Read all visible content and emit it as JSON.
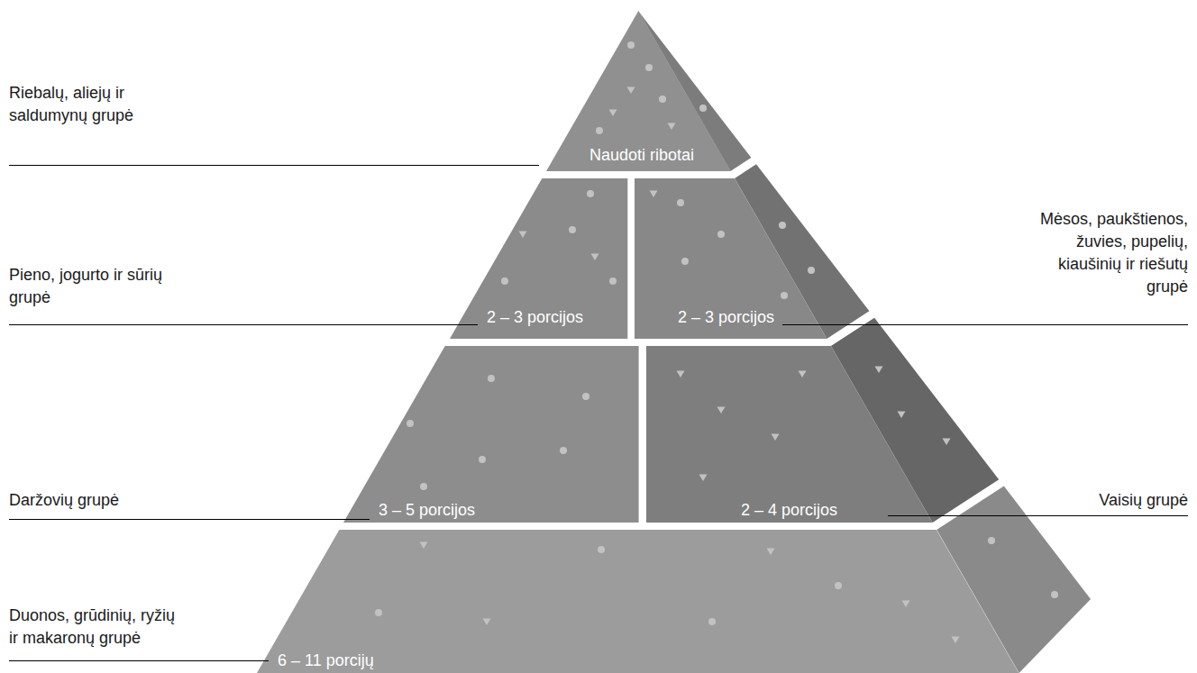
{
  "diagram": {
    "nodes": [
      {
        "text": [
          "Riebalų, aliejų ir saldumynų grupė",
          "Naudoti ribotai"
        ]
      },
      {
        "text": [
          "Pieno, jogurto ir sūrių grupė",
          "2 – 3 porcijos"
        ]
      },
      {
        "text": [
          "Mėsos, paukštienos, žuvies, pupelių, kiaušinių ir riešutų grupė",
          "2 – 3 porcijos"
        ]
      },
      {
        "text": [
          "Daržovių grupė",
          "3 – 5 porcijos"
        ]
      },
      {
        "text": [
          "Vaisių grupė",
          "2 – 4 porcijos"
        ]
      },
      {
        "text": [
          "Duonos, grūdinių, ryžių ir makaronų grupė",
          "6 – 11 porcijų"
        ]
      }
    ]
  }
}
